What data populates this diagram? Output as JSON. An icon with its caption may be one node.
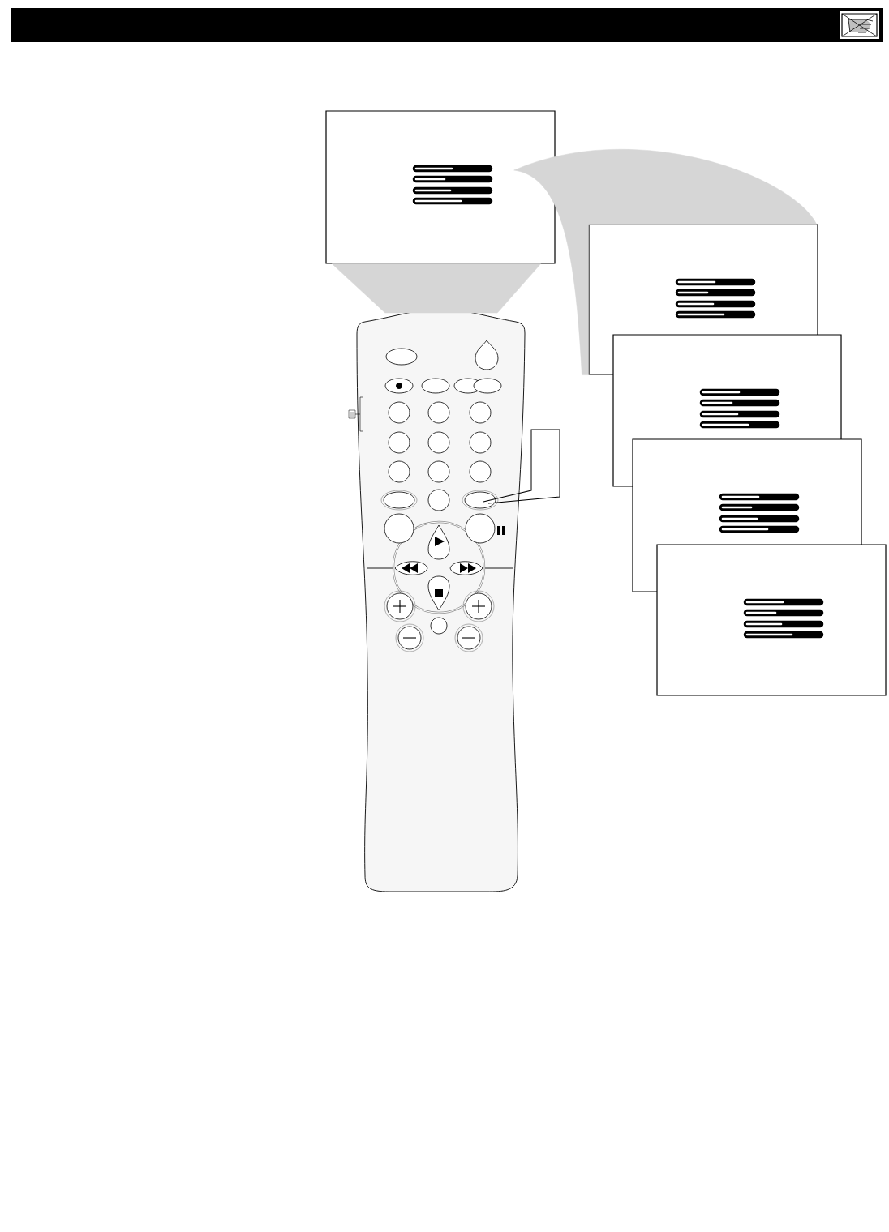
{
  "diagram": {
    "nodes": [
      {
        "text": [],
        "shape": "box"
      },
      {
        "text": [],
        "shape": "box"
      },
      {
        "text": [],
        "shape": "box"
      },
      {
        "text": [],
        "shape": "box"
      },
      {
        "text": [],
        "shape": "box"
      },
      {
        "text": [],
        "shape": "picture"
      }
    ],
    "edges": [
      {
        "from": 5,
        "to": 0,
        "arrow": "none"
      },
      {
        "from": 0,
        "to": 1,
        "arrow": "none"
      }
    ]
  }
}
